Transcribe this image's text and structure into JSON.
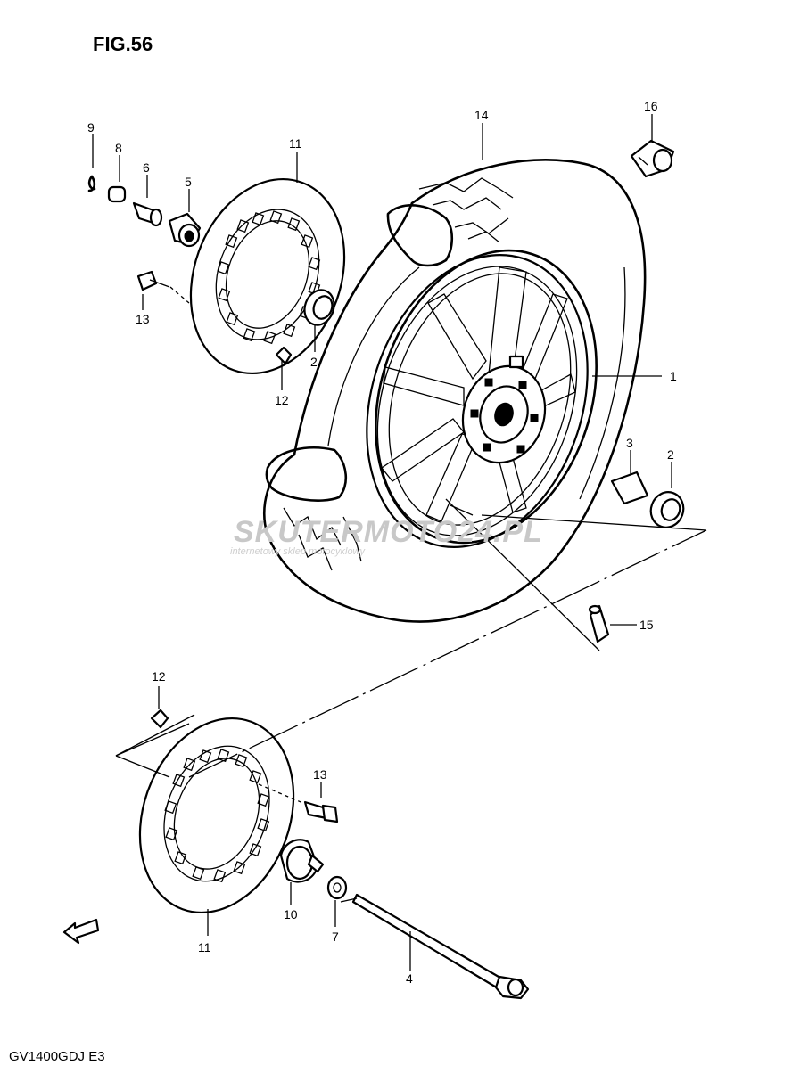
{
  "figure": {
    "title": "FIG.56",
    "model_code": "GV1400GDJ E3"
  },
  "watermark": {
    "brand": "SKUTERMOTO24.PL",
    "tagline": "internetowy sklep motocyklowy"
  },
  "callouts": {
    "wheel": "1",
    "bearing_right": "2",
    "bearing_left": "2",
    "spacer_right": "3",
    "axle": "4",
    "collar": "5",
    "spacer_left": "6",
    "washer": "7",
    "spacer_small": "8",
    "clip": "9",
    "speedometer_gearbox": "10",
    "disc_upper": "11",
    "disc_lower": "11",
    "lock_washer_upper": "12",
    "lock_washer_lower": "12",
    "bolt_upper": "13",
    "bolt_lower": "13",
    "tire": "14",
    "valve": "15",
    "balancer": "16"
  }
}
